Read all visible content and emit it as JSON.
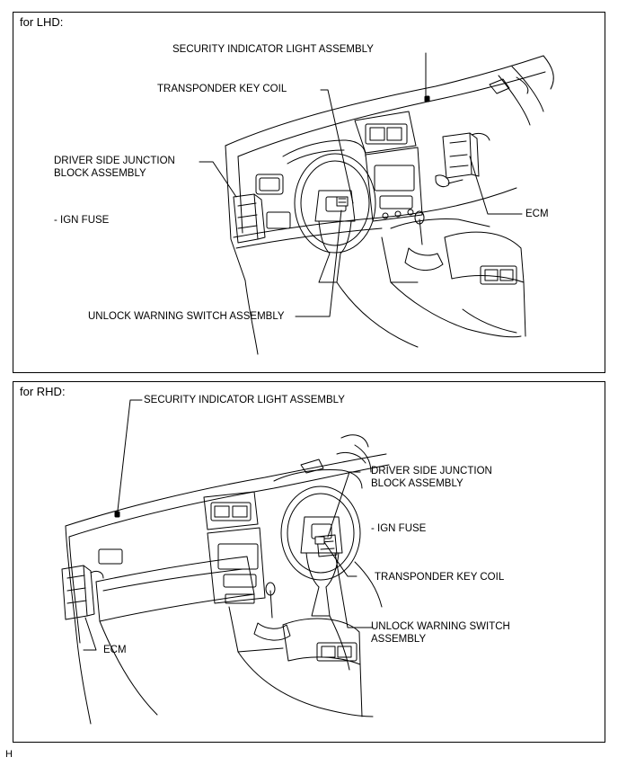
{
  "lhd": {
    "title": "for LHD:",
    "labels": {
      "security_indicator": "SECURITY INDICATOR LIGHT ASSEMBLY",
      "transponder_coil": "TRANSPONDER KEY COIL",
      "junction_block_line1": "DRIVER SIDE JUNCTION",
      "junction_block_line2": "BLOCK ASSEMBLY",
      "ign_fuse": "- IGN FUSE",
      "unlock_switch": "UNLOCK WARNING SWITCH ASSEMBLY",
      "ecm": "ECM"
    }
  },
  "rhd": {
    "title": "for RHD:",
    "labels": {
      "security_indicator": "SECURITY INDICATOR LIGHT ASSEMBLY",
      "junction_block_line1": "DRIVER SIDE JUNCTION",
      "junction_block_line2": "BLOCK ASSEMBLY",
      "ign_fuse": "- IGN FUSE",
      "transponder_coil": "TRANSPONDER KEY COIL",
      "unlock_switch_line1": "UNLOCK WARNING SWITCH",
      "unlock_switch_line2": "ASSEMBLY",
      "ecm": "ECM"
    }
  },
  "footer_code": "H"
}
